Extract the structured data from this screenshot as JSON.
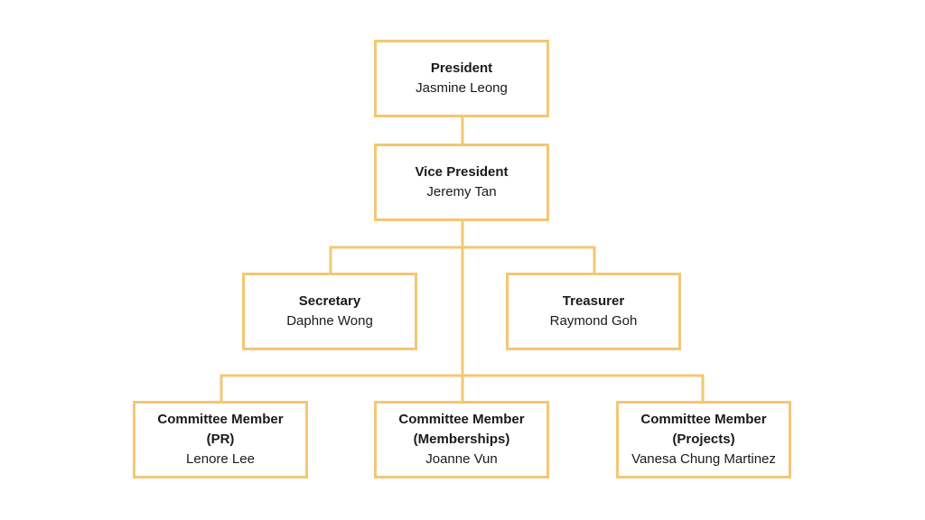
{
  "colors": {
    "line": "#F4C773",
    "box_border": "#F4C773"
  },
  "nodes": {
    "president": {
      "title": "President",
      "name": "Jasmine Leong"
    },
    "vice_president": {
      "title": "Vice President",
      "name": "Jeremy Tan"
    },
    "secretary": {
      "title": "Secretary",
      "name": "Daphne Wong"
    },
    "treasurer": {
      "title": "Treasurer",
      "name": "Raymond Goh"
    },
    "committee_pr": {
      "title": "Committee Member",
      "subtitle": "(PR)",
      "name": "Lenore Lee"
    },
    "committee_memberships": {
      "title": "Committee Member",
      "subtitle": "(Memberships)",
      "name": "Joanne Vun"
    },
    "committee_projects": {
      "title": "Committee Member",
      "subtitle": "(Projects)",
      "name": "Vanesa Chung Martinez"
    }
  }
}
